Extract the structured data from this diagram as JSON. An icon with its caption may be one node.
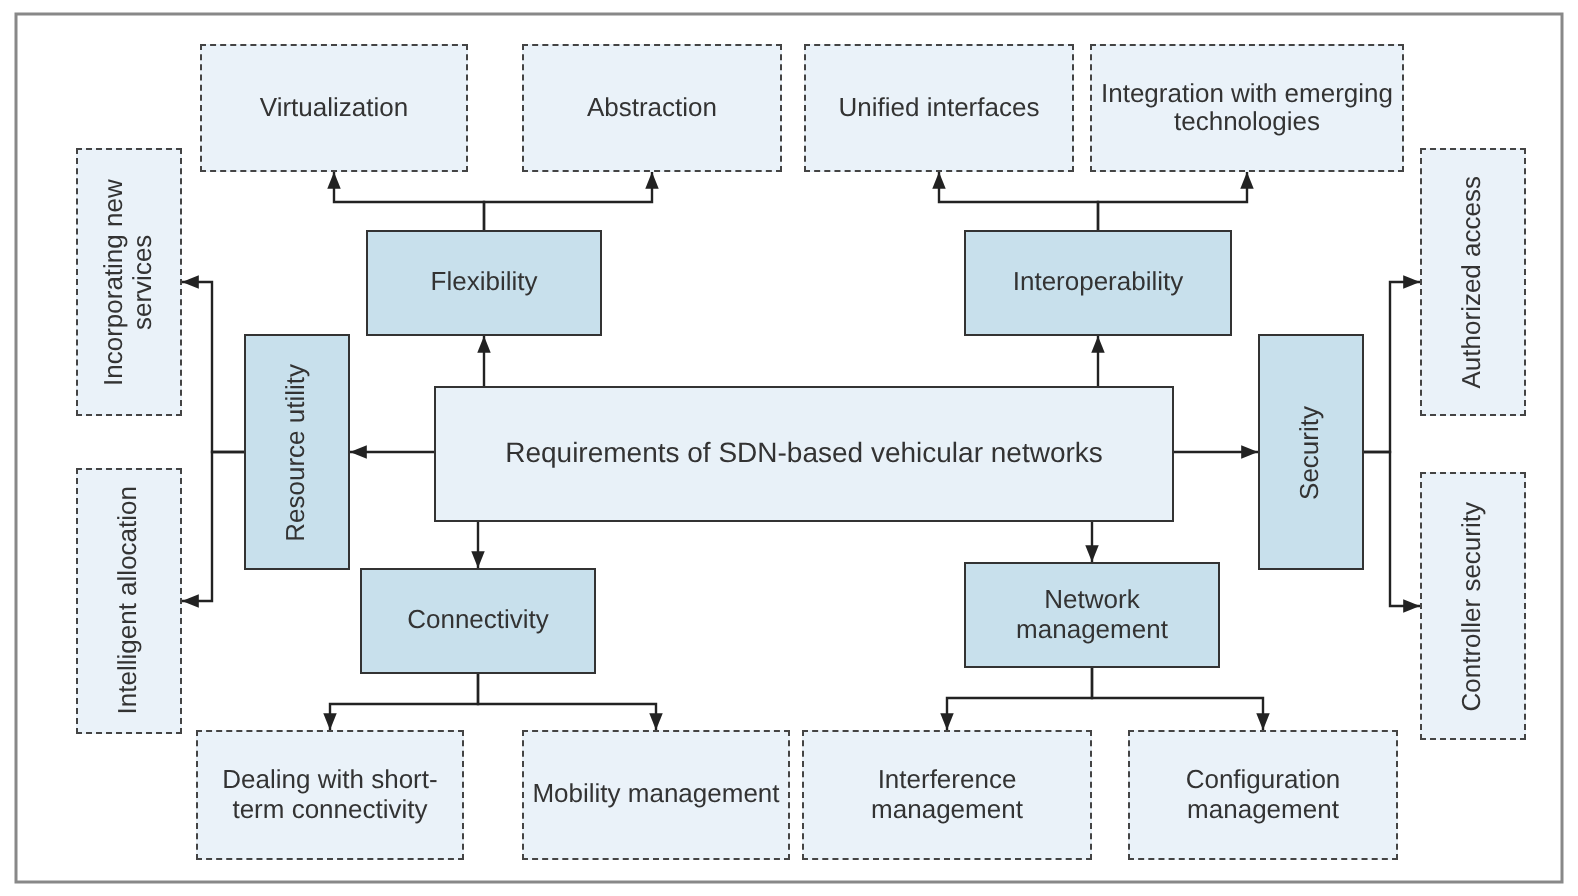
{
  "diagram": {
    "nodes": [
      {
        "text": [
          "Virtualization"
        ]
      },
      {
        "text": [
          "Abstraction"
        ]
      },
      {
        "text": [
          "Unified interfaces"
        ]
      },
      {
        "text": [
          "Integration with emerging technologies"
        ]
      },
      {
        "text": [
          "Incorporating new services"
        ]
      },
      {
        "text": [
          "Flexibility"
        ]
      },
      {
        "text": [
          "Interoperability"
        ]
      },
      {
        "text": [
          "Authorized access"
        ]
      },
      {
        "text": [
          "Resource utility"
        ]
      },
      {
        "text": [
          "Requirements of SDN-based vehicular networks"
        ]
      },
      {
        "text": [
          "Security"
        ]
      },
      {
        "text": [
          "Intelligent allocation"
        ]
      },
      {
        "text": [
          "Connectivity"
        ]
      },
      {
        "text": [
          "Network management"
        ]
      },
      {
        "text": [
          "Controller security"
        ]
      },
      {
        "text": [
          "Dealing with short-term connectivity"
        ]
      },
      {
        "text": [
          "Mobility management"
        ]
      },
      {
        "text": [
          "Interference management"
        ]
      },
      {
        "text": [
          "Configuration management"
        ]
      }
    ],
    "edges": [
      {
        "from": 9,
        "to": 5,
        "arrow": "to"
      },
      {
        "from": 9,
        "to": 6,
        "arrow": "to"
      },
      {
        "from": 9,
        "to": 8,
        "arrow": "to"
      },
      {
        "from": 9,
        "to": 10,
        "arrow": "to"
      },
      {
        "from": 9,
        "to": 12,
        "arrow": "to"
      },
      {
        "from": 9,
        "to": 13,
        "arrow": "to"
      },
      {
        "from": 5,
        "to": 0,
        "arrow": "to"
      },
      {
        "from": 5,
        "to": 1,
        "arrow": "to"
      },
      {
        "from": 6,
        "to": 2,
        "arrow": "to"
      },
      {
        "from": 6,
        "to": 3,
        "arrow": "to"
      },
      {
        "from": 8,
        "to": 4,
        "arrow": "to"
      },
      {
        "from": 8,
        "to": 11,
        "arrow": "to"
      },
      {
        "from": 10,
        "to": 7,
        "arrow": "to"
      },
      {
        "from": 10,
        "to": 14,
        "arrow": "to"
      },
      {
        "from": 12,
        "to": 15,
        "arrow": "to"
      },
      {
        "from": 12,
        "to": 16,
        "arrow": "to"
      },
      {
        "from": 13,
        "to": 17,
        "arrow": "to"
      },
      {
        "from": 13,
        "to": 18,
        "arrow": "to"
      }
    ]
  }
}
